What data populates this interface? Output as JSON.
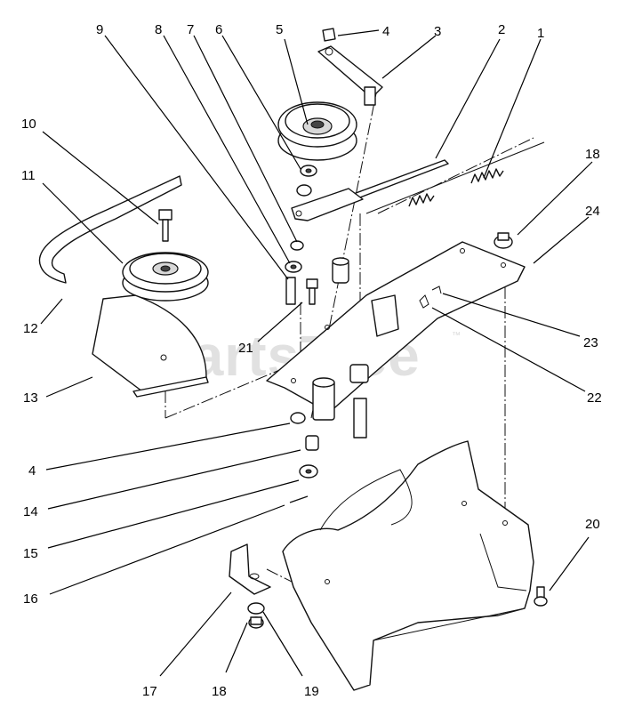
{
  "watermark": {
    "text": "PartsTree",
    "trademark": "™"
  },
  "callouts": [
    {
      "id": "c1",
      "label": "1"
    },
    {
      "id": "c2",
      "label": "2"
    },
    {
      "id": "c3",
      "label": "3"
    },
    {
      "id": "c4a",
      "label": "4"
    },
    {
      "id": "c5",
      "label": "5"
    },
    {
      "id": "c6",
      "label": "6"
    },
    {
      "id": "c7",
      "label": "7"
    },
    {
      "id": "c8",
      "label": "8"
    },
    {
      "id": "c9",
      "label": "9"
    },
    {
      "id": "c10",
      "label": "10"
    },
    {
      "id": "c11",
      "label": "11"
    },
    {
      "id": "c12",
      "label": "12"
    },
    {
      "id": "c13",
      "label": "13"
    },
    {
      "id": "c4b",
      "label": "4"
    },
    {
      "id": "c14",
      "label": "14"
    },
    {
      "id": "c15",
      "label": "15"
    },
    {
      "id": "c16",
      "label": "16"
    },
    {
      "id": "c17",
      "label": "17"
    },
    {
      "id": "c18b",
      "label": "18"
    },
    {
      "id": "c19",
      "label": "19"
    },
    {
      "id": "c20",
      "label": "20"
    },
    {
      "id": "c21",
      "label": "21"
    },
    {
      "id": "c22",
      "label": "22"
    },
    {
      "id": "c23",
      "label": "23"
    },
    {
      "id": "c24",
      "label": "24"
    },
    {
      "id": "c18a",
      "label": "18"
    }
  ]
}
